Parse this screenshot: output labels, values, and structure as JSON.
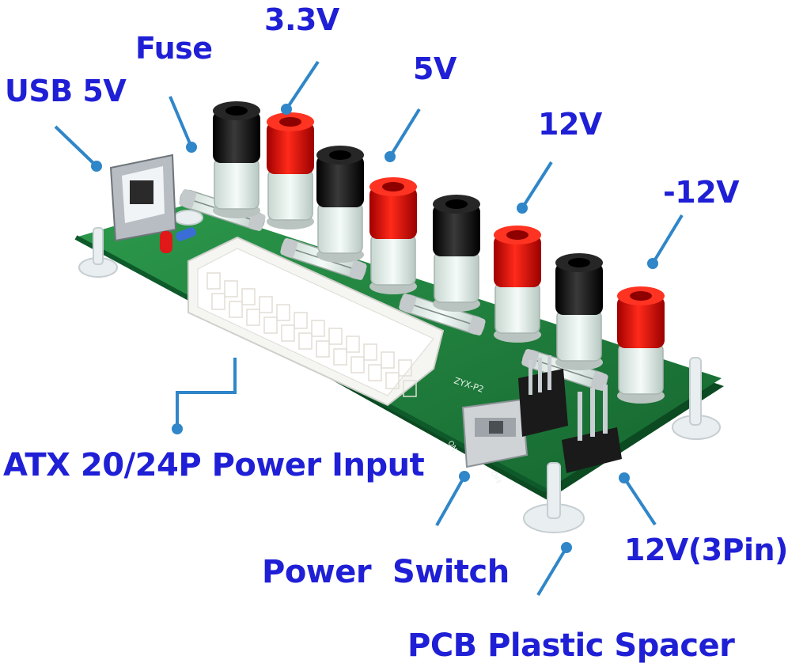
{
  "labels": {
    "usb": "USB 5V",
    "fuse": "Fuse",
    "v33": "3.3V",
    "v5": "5V",
    "v12": "12V",
    "vneg12": "-12V",
    "atx": "ATX 20/24P Power Input",
    "switch": "Power  Switch",
    "pin3": "12V(3Pin)",
    "spacer": "PCB Plastic Spacer"
  },
  "silkscreen": {
    "model": "ZYX-P2",
    "on": "ON",
    "off": "OFF"
  },
  "colors": {
    "label": "#1f1fd6",
    "leader": "#2f86c8",
    "pcb": "#1f7a3a",
    "terminal_red": "#e01010",
    "terminal_black": "#151515"
  }
}
